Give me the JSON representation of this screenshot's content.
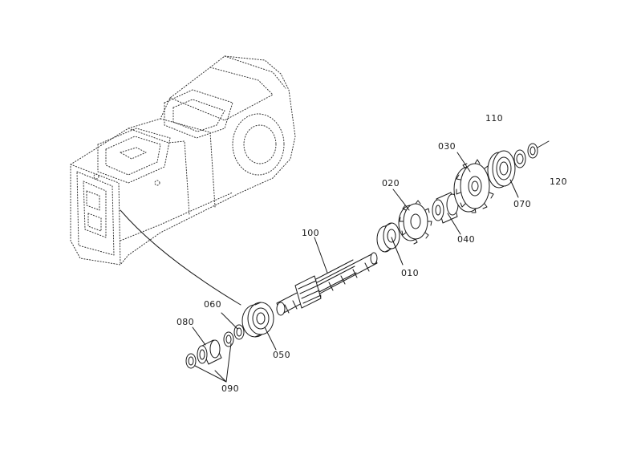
{
  "diagram": {
    "callouts": {
      "c010": "010",
      "c020": "020",
      "c030": "030",
      "c040": "040",
      "c050": "050",
      "c060": "060",
      "c070": "070",
      "c080": "080",
      "c090": "090",
      "c100": "100",
      "c110": "110",
      "c120": "120"
    },
    "colors": {
      "ink": "#1a1a1a",
      "background": "#ffffff"
    }
  }
}
